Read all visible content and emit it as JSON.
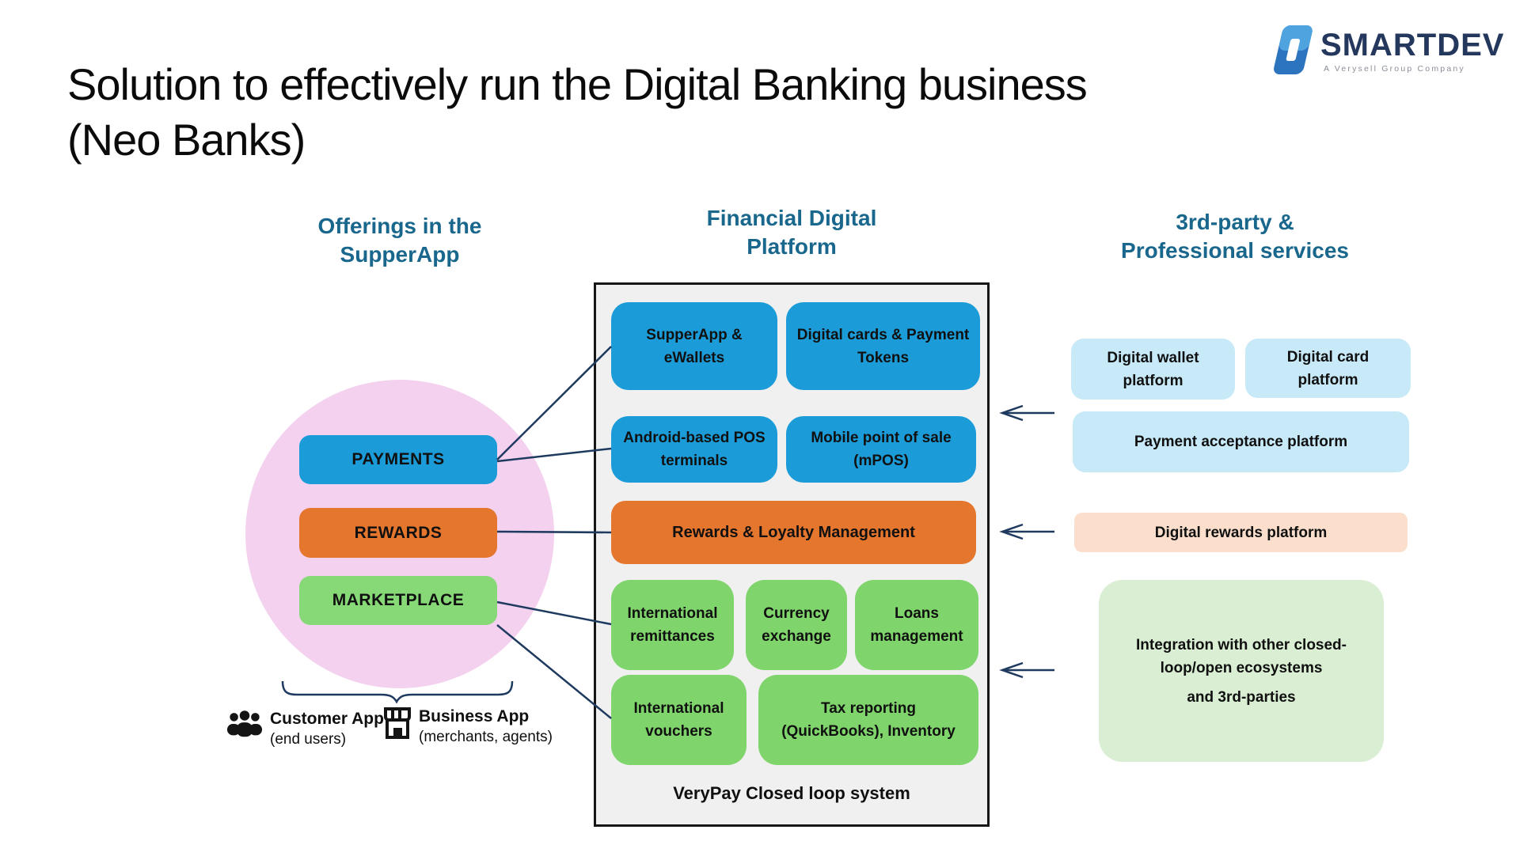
{
  "title": {
    "line1": "Solution to effectively run the Digital Banking business",
    "line2": "(Neo Banks)"
  },
  "logo": {
    "brand": "SMARTDEV",
    "tagline": "A Verysell Group Company",
    "icon": "smartdev-logo-icon"
  },
  "headers": {
    "left": {
      "line1": "Offerings in the",
      "line2": "SupperApp"
    },
    "middle": {
      "line1": "Financial Digital",
      "line2": "Platform"
    },
    "right": {
      "line1": "3rd-party &",
      "line2": "Professional services"
    }
  },
  "offerings": {
    "items": [
      {
        "label": "PAYMENTS",
        "color": "#1B9CD8"
      },
      {
        "label": "REWARDS",
        "color": "#E5762E"
      },
      {
        "label": "MARKETPLACE",
        "color": "#87D877"
      }
    ],
    "legend": [
      {
        "icon": "users-icon",
        "label": "Customer App",
        "sub": "(end users)"
      },
      {
        "icon": "storefront-icon",
        "label": "Business App",
        "sub": "(merchants, agents)"
      }
    ]
  },
  "platform": {
    "boxes": [
      {
        "label": "SupperApp & eWallets",
        "color": "#1B9CD8"
      },
      {
        "label": "Digital cards & Payment Tokens",
        "color": "#1B9CD8"
      },
      {
        "label": "Android-based POS terminals",
        "color": "#1B9CD8"
      },
      {
        "label": "Mobile point of sale (mPOS)",
        "color": "#1B9CD8"
      },
      {
        "label": "Rewards & Loyalty Management",
        "color": "#E5762E"
      },
      {
        "label": "International remittances",
        "color": "#7FD46C"
      },
      {
        "label": "Currency exchange",
        "color": "#7FD46C"
      },
      {
        "label": "Loans management",
        "color": "#7FD46C"
      },
      {
        "label": "International vouchers",
        "color": "#7FD46C"
      },
      {
        "label": "Tax reporting (QuickBooks), Inventory",
        "color": "#7FD46C"
      }
    ],
    "caption": "VeryPay Closed loop system"
  },
  "services": {
    "boxes": [
      {
        "label": "Digital wallet platform",
        "color": "#C7E9F8"
      },
      {
        "label": "Digital card platform",
        "color": "#C7E9F8"
      },
      {
        "label": "Payment acceptance platform",
        "color": "#C7E9F8"
      },
      {
        "label": "Digital rewards platform",
        "color": "#FBDFCC"
      }
    ],
    "integration": {
      "line1": "Integration with other closed-loop/open ecosystems",
      "line2": "and 3rd-parties",
      "color": "#D9EED3"
    }
  },
  "colors": {
    "connector_navy": "#1F3A5F",
    "header_teal": "#19678C",
    "panel_gray": "#F0F0F0",
    "circle_pink": "#F3D1EF"
  }
}
